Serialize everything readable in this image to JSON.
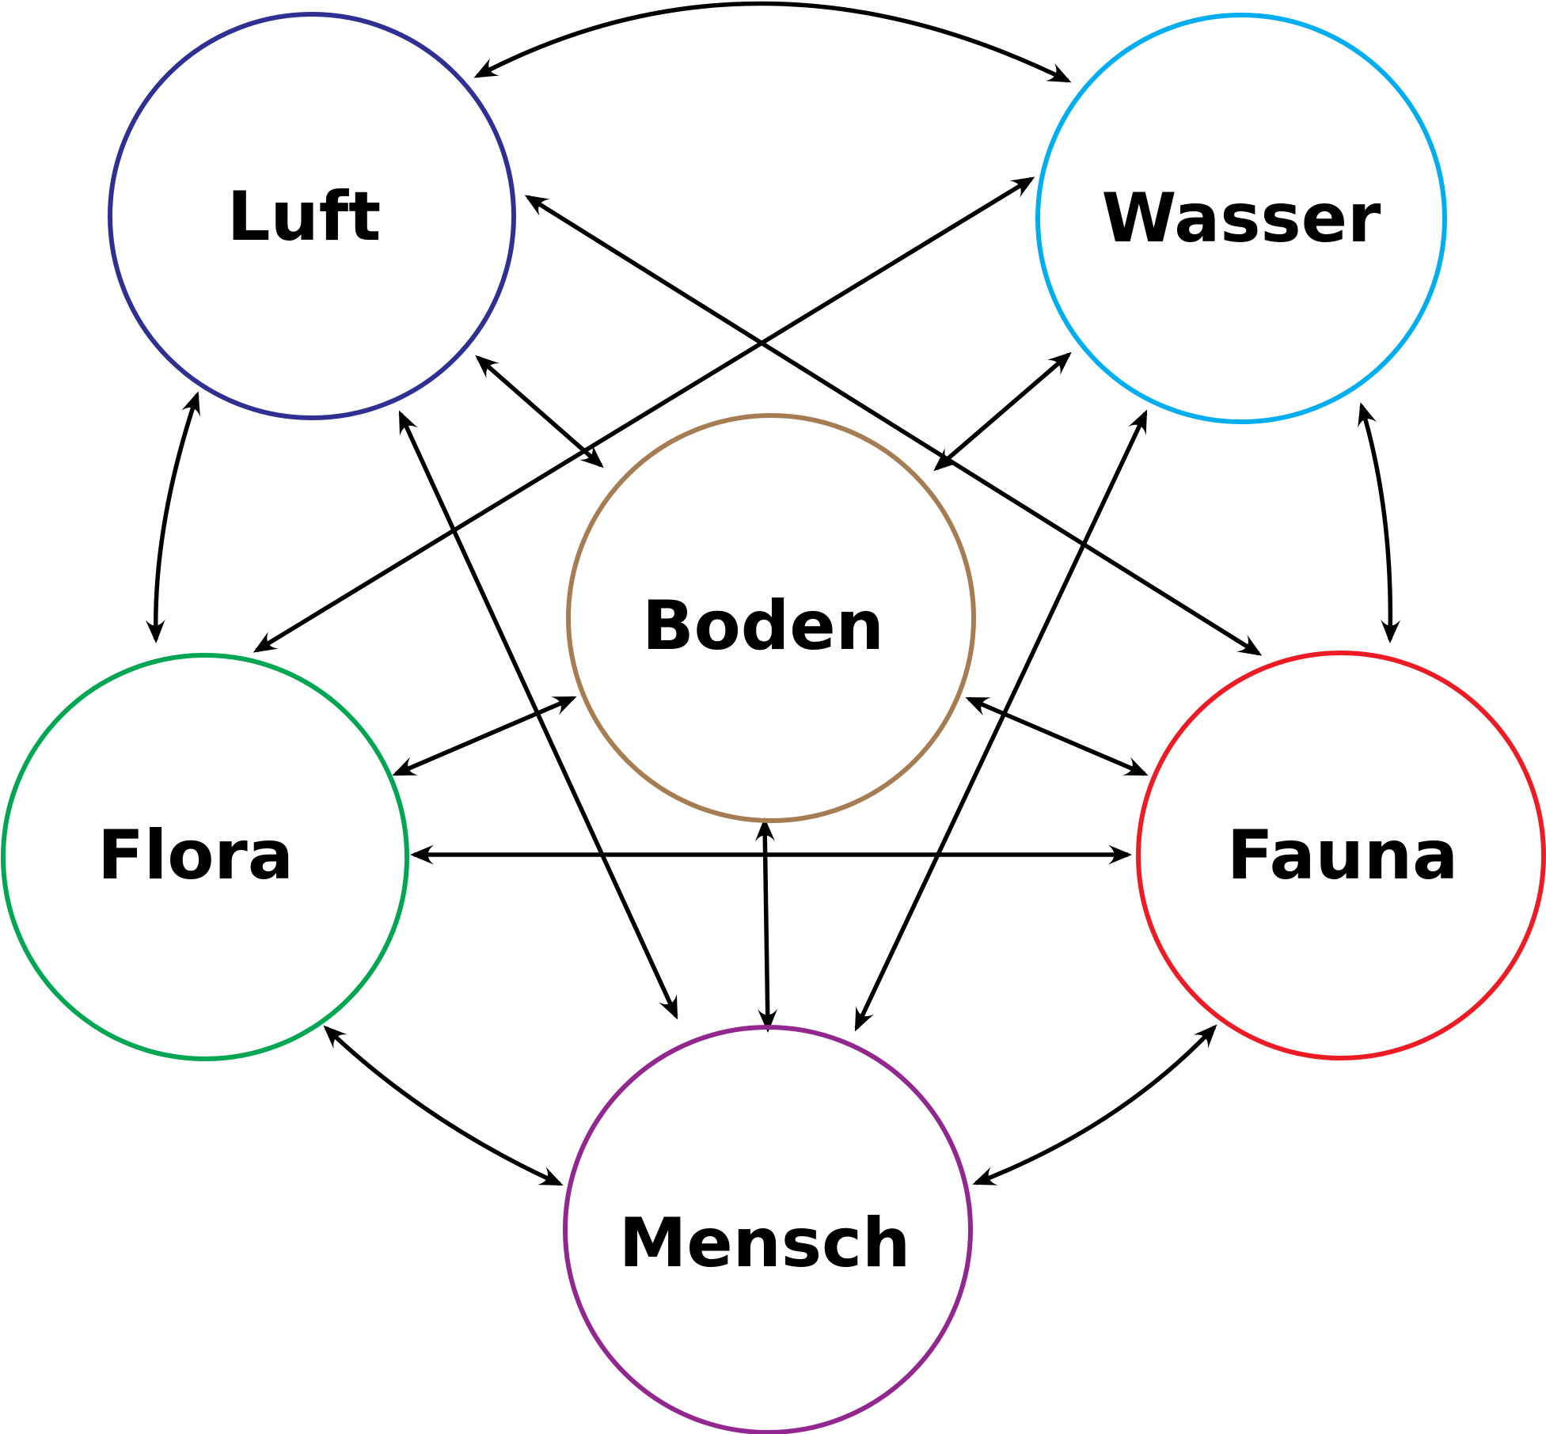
{
  "nodes": [
    {
      "id": "luft",
      "label": "Luft",
      "color": "#2e3192"
    },
    {
      "id": "wasser",
      "label": "Wasser",
      "color": "#00aeef"
    },
    {
      "id": "boden",
      "label": "Boden",
      "color": "#a67c52"
    },
    {
      "id": "flora",
      "label": "Flora",
      "color": "#00a651"
    },
    {
      "id": "fauna",
      "label": "Fauna",
      "color": "#ed1c24"
    },
    {
      "id": "mensch",
      "label": "Mensch",
      "color": "#92278f"
    }
  ],
  "edges": [
    {
      "from": "luft",
      "to": "wasser",
      "direction": "both"
    },
    {
      "from": "luft",
      "to": "flora",
      "direction": "both"
    },
    {
      "from": "luft",
      "to": "boden",
      "direction": "both"
    },
    {
      "from": "luft",
      "to": "mensch",
      "direction": "both"
    },
    {
      "from": "luft",
      "to": "fauna",
      "direction": "both"
    },
    {
      "from": "wasser",
      "to": "flora",
      "direction": "both"
    },
    {
      "from": "wasser",
      "to": "boden",
      "direction": "both"
    },
    {
      "from": "wasser",
      "to": "mensch",
      "direction": "both"
    },
    {
      "from": "wasser",
      "to": "fauna",
      "direction": "both"
    },
    {
      "from": "boden",
      "to": "flora",
      "direction": "both"
    },
    {
      "from": "boden",
      "to": "fauna",
      "direction": "both"
    },
    {
      "from": "boden",
      "to": "mensch",
      "direction": "both"
    },
    {
      "from": "flora",
      "to": "fauna",
      "direction": "both"
    },
    {
      "from": "flora",
      "to": "mensch",
      "direction": "both"
    },
    {
      "from": "fauna",
      "to": "mensch",
      "direction": "both"
    }
  ],
  "edge_color": "#000000"
}
